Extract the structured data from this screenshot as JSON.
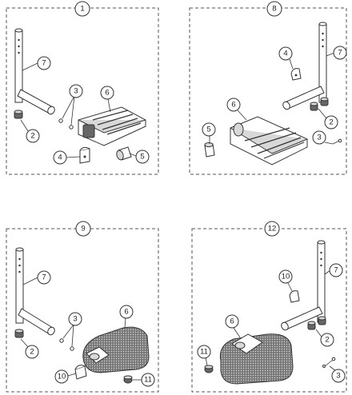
{
  "panels": [
    {
      "number": "1",
      "callouts": [
        {
          "id": "p1-c7",
          "label": "7"
        },
        {
          "id": "p1-c3",
          "label": "3"
        },
        {
          "id": "p1-c6",
          "label": "6"
        },
        {
          "id": "p1-c2",
          "label": "2"
        },
        {
          "id": "p1-c4",
          "label": "4"
        },
        {
          "id": "p1-c5",
          "label": "5"
        }
      ]
    },
    {
      "number": "8",
      "callouts": [
        {
          "id": "p8-c4",
          "label": "4"
        },
        {
          "id": "p8-c7",
          "label": "7"
        },
        {
          "id": "p8-c6",
          "label": "6"
        },
        {
          "id": "p8-c2",
          "label": "2"
        },
        {
          "id": "p8-c5",
          "label": "5"
        },
        {
          "id": "p8-c3",
          "label": "3"
        }
      ]
    },
    {
      "number": "9",
      "callouts": [
        {
          "id": "p9-c7",
          "label": "7"
        },
        {
          "id": "p9-c3",
          "label": "3"
        },
        {
          "id": "p9-c6",
          "label": "6"
        },
        {
          "id": "p9-c2",
          "label": "2"
        },
        {
          "id": "p9-c10",
          "label": "10"
        },
        {
          "id": "p9-c11",
          "label": "11"
        }
      ]
    },
    {
      "number": "12",
      "callouts": [
        {
          "id": "p12-c7",
          "label": "7"
        },
        {
          "id": "p12-c10",
          "label": "10"
        },
        {
          "id": "p12-c6",
          "label": "6"
        },
        {
          "id": "p12-c2",
          "label": "2"
        },
        {
          "id": "p12-c11",
          "label": "11"
        },
        {
          "id": "p12-c3",
          "label": "3"
        }
      ]
    }
  ]
}
